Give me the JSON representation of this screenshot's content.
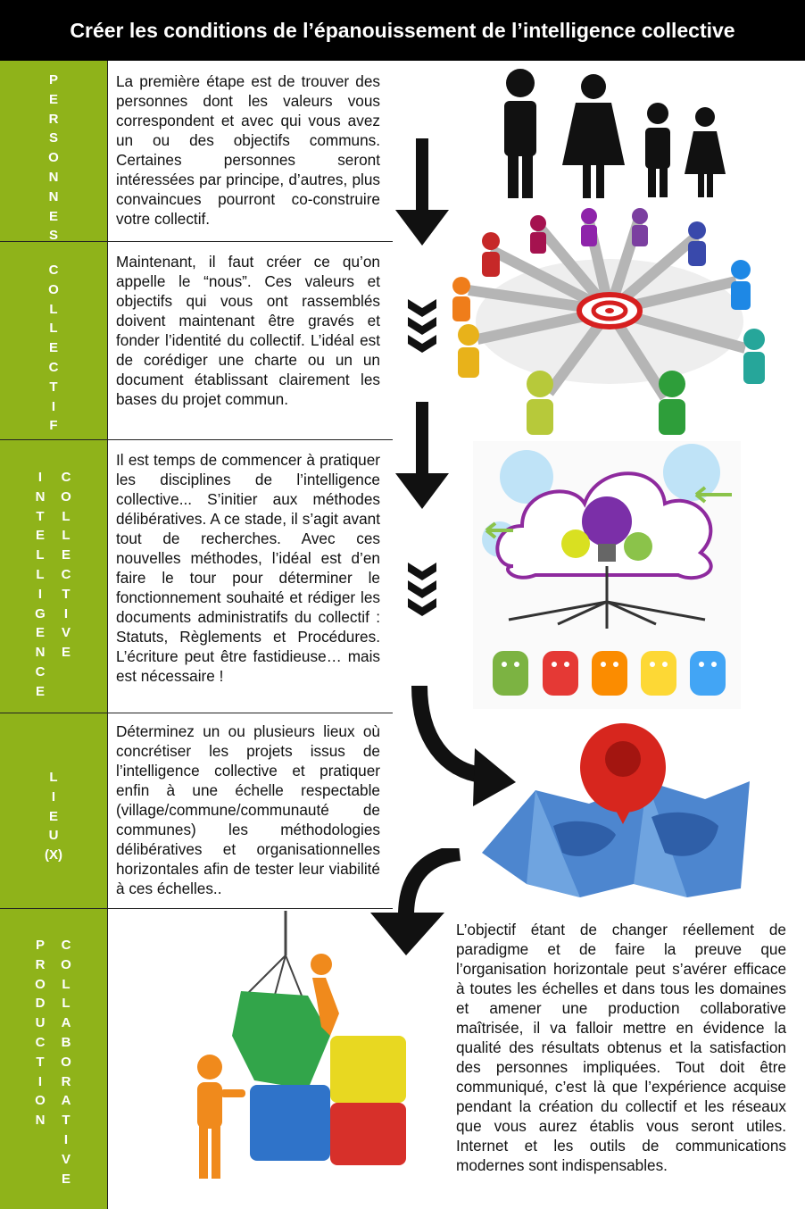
{
  "title": "Créer les conditions de l’épanouissement de l’intelligence collective",
  "colors": {
    "sidebar": "#8fb31a",
    "title_bg": "#000000",
    "title_fg": "#ffffff"
  },
  "sections": [
    {
      "labels": [
        "PERSONNES"
      ],
      "text": "La première étape est de trouver des personnes dont les valeurs vous correspondent et avec qui vous avez un ou des objectifs communs. Certaines personnes seront intéressées par principe, d’autres, plus convaincues pourront co-construire votre collectif."
    },
    {
      "labels": [
        "COLLECTIF"
      ],
      "text": "Maintenant, il faut créer ce qu’on appelle le “nous”. Ces valeurs et objectifs qui vous ont rassemblés doivent maintenant être gravés et fonder l’identité du collectif. L’idéal est de corédiger une charte ou un un document établissant clairement les bases du projet commun."
    },
    {
      "labels": [
        "INTELLIGENCE",
        "COLLECTIVE"
      ],
      "text": "Il est temps de commencer à pratiquer les disciplines de l’intelligence collective... S’initier aux méthodes délibératives. A ce stade, il s’agit avant tout de recherches. Avec ces nouvelles méthodes, l’idéal est d’en faire le tour pour déterminer le fonctionnement souhaité et rédiger les documents administratifs du collectif : Statuts, Règlements et Procédures. L’écriture peut être fastidieuse… mais est nécessaire !"
    },
    {
      "labels": [
        "LIEU",
        "(X)"
      ],
      "text": "Déterminez un ou plusieurs lieux où concrétiser les projets issus de l’intelligence collective et pratiquer enfin à une échelle respectable (village/commune/communauté de communes) les méthodologies délibératives et organisationnelles horizontales afin de tester leur viabilité à ces échelles.."
    },
    {
      "labels": [
        "PRODUCTION",
        "COLLABORATIVE"
      ],
      "text": "L’objectif étant de changer réellement de paradigme et de faire la preuve que l’organisation horizontale peut s’avérer efficace à toutes les échelles et dans tous les domaines et amener une production collaborative maîtrisée, il va falloir mettre en évidence la qualité des résultats obtenus et la satisfaction des personnes impliquées. Tout doit être communiqué, c’est là que l’expérience acquise pendant la création du collectif et les réseaux que vous aurez établis vous seront utiles. Internet et les outils de communications modernes sont indispensables."
    }
  ],
  "illustrations": [
    "people-icon",
    "target-network-icon",
    "lightbulb-cloud-icon",
    "map-pin-icon",
    "puzzle-team-icon"
  ]
}
